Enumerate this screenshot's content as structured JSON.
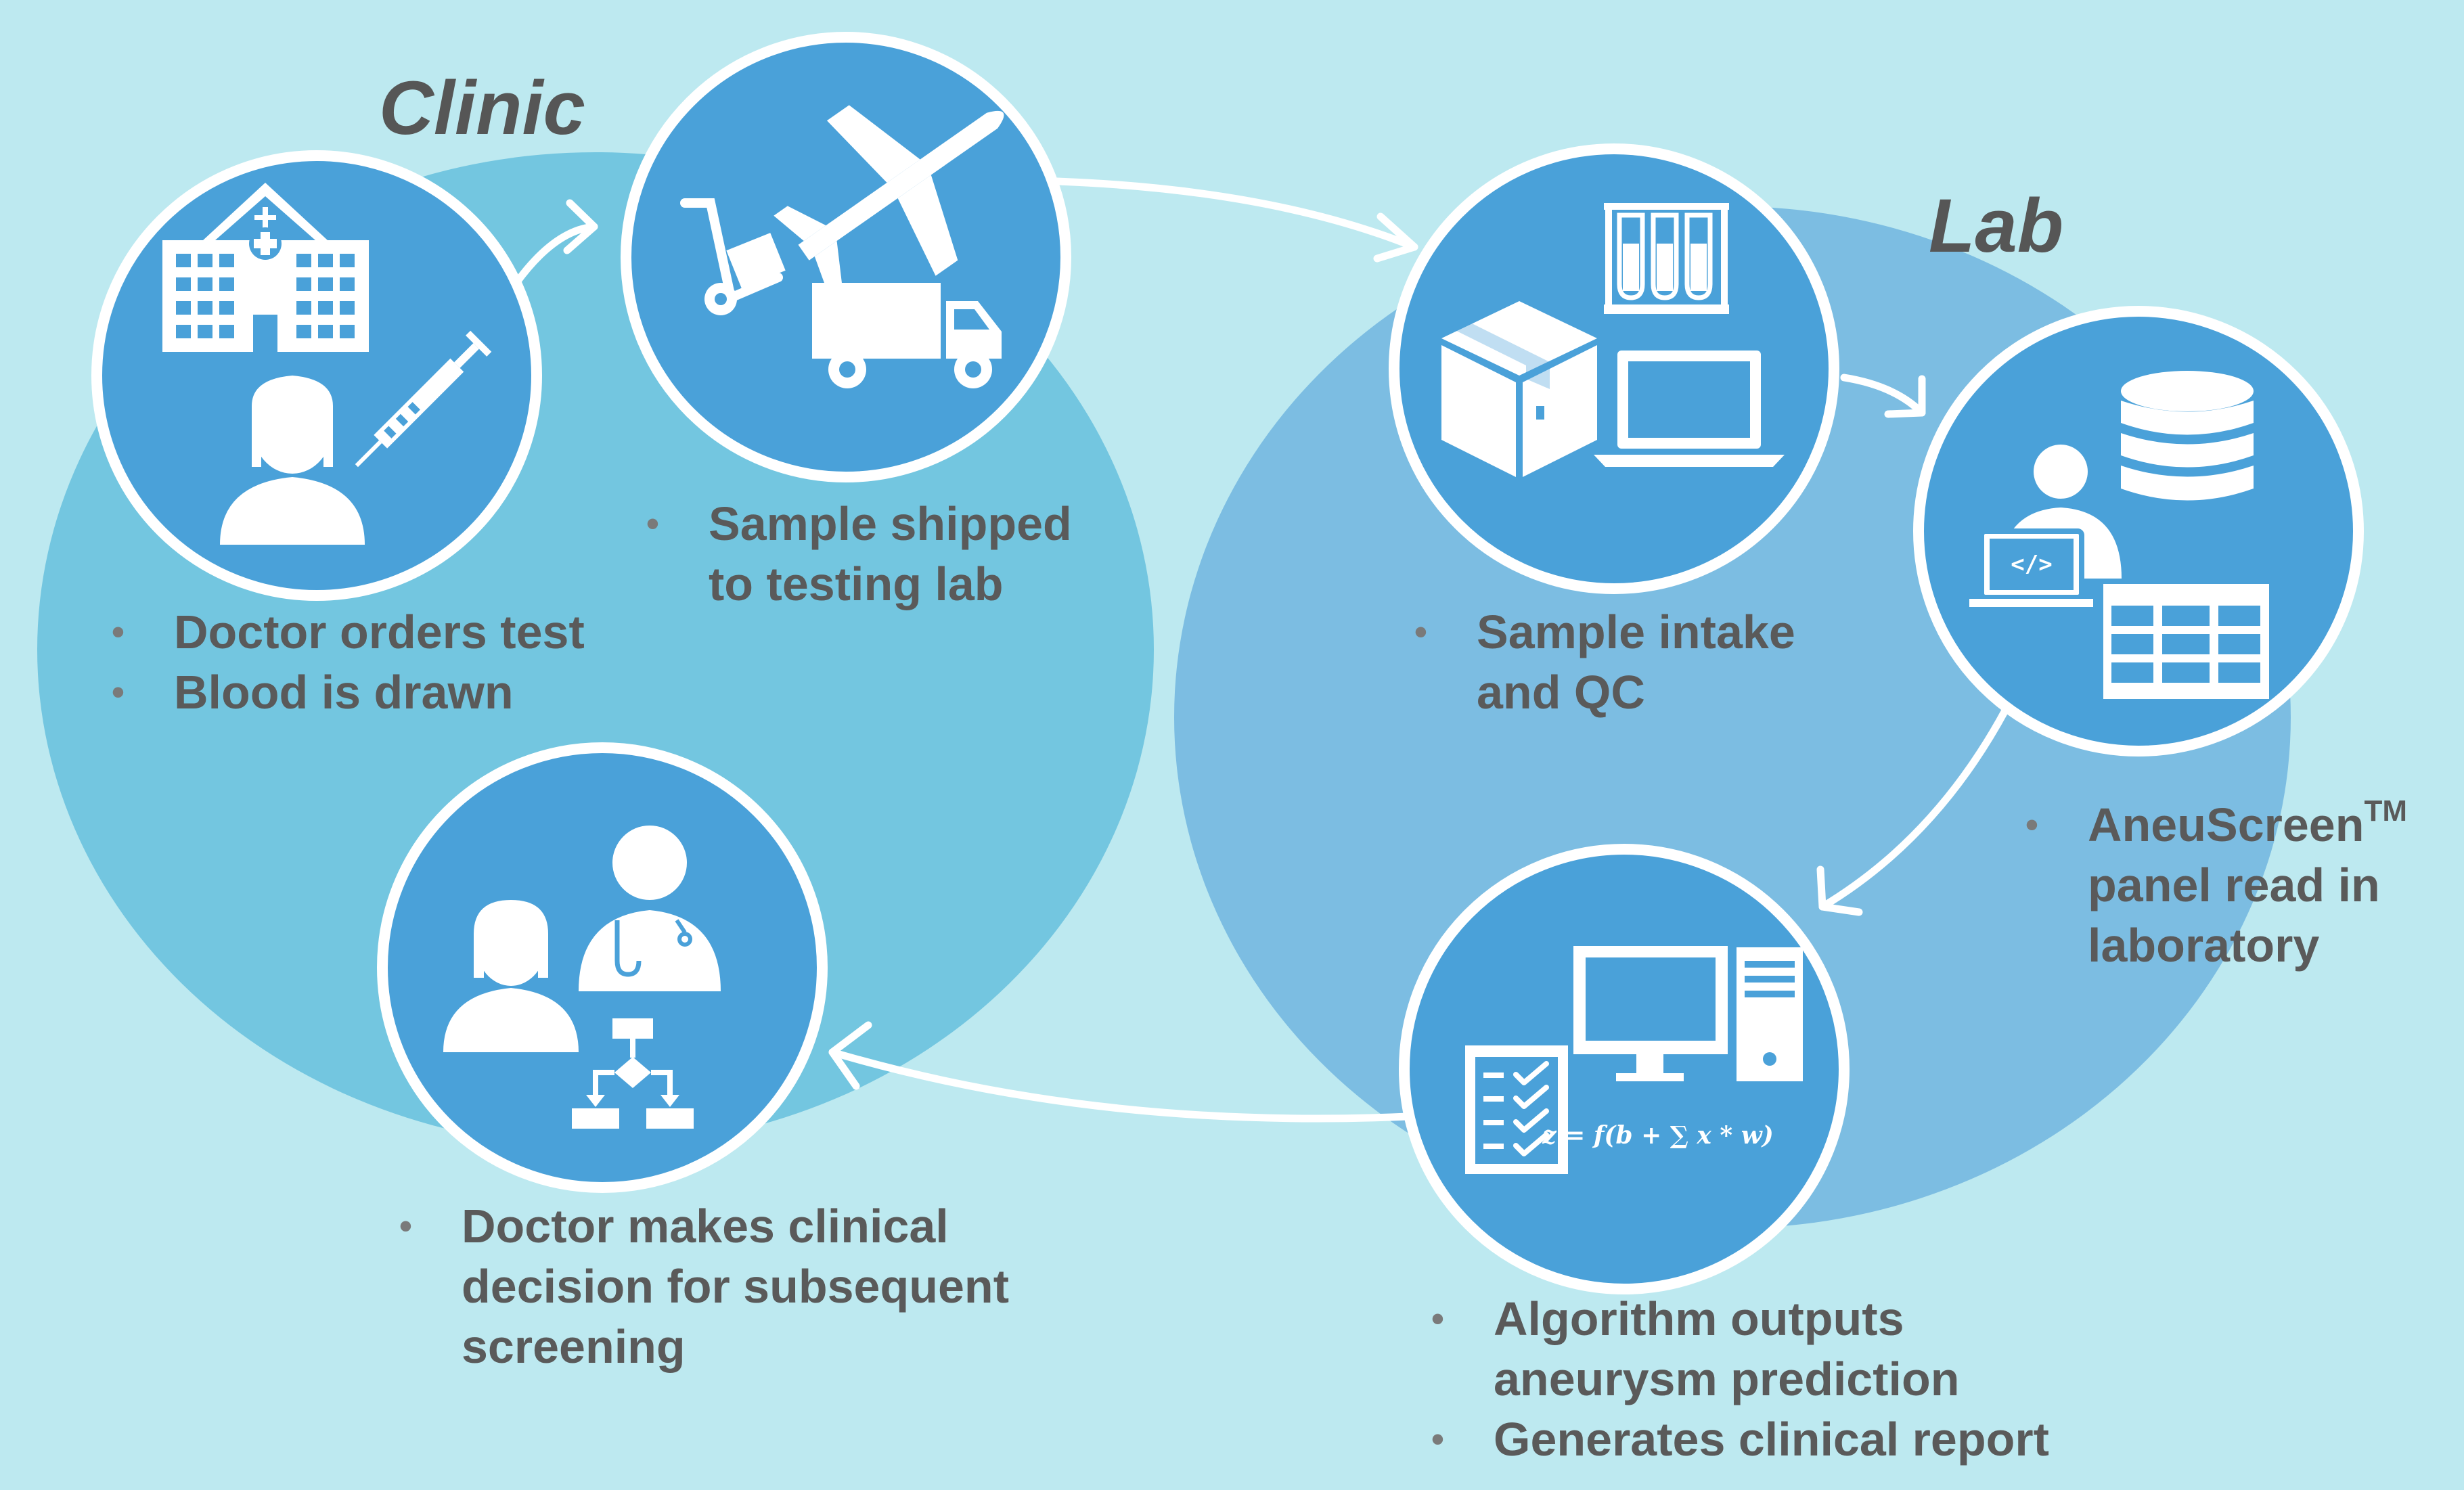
{
  "regions": {
    "clinic": "Clinic",
    "lab": "Lab"
  },
  "steps": {
    "order": [
      "Doctor orders test",
      "Blood is drawn"
    ],
    "ship": [
      "Sample shipped",
      "to testing lab"
    ],
    "intake": [
      "Sample intake",
      "and QC"
    ],
    "panel": {
      "name": "AneuScreen",
      "mark": "TM",
      "lines": [
        "panel read in",
        "laboratory"
      ]
    },
    "algorithm": [
      "Algorithm outputs",
      "aneurysm prediction"
    ],
    "report": "Generates clinical report",
    "decision": [
      "Doctor makes clinical",
      "decision for subsequent",
      "screening"
    ]
  },
  "formula": "z = f(b + ∑ x * w)",
  "icons": {
    "order": [
      "hospital-icon",
      "patient-icon",
      "syringe-icon"
    ],
    "ship": [
      "airplane-icon",
      "hand-truck-icon",
      "truck-icon"
    ],
    "intake": [
      "test-tubes-icon",
      "box-icon",
      "laptop-icon"
    ],
    "panel": [
      "database-icon",
      "coder-icon",
      "table-icon"
    ],
    "algorithm": [
      "checklist-icon",
      "monitor-icon",
      "computer-tower-icon",
      "formula"
    ],
    "decision": [
      "patient-icon",
      "doctor-icon",
      "flowchart-icon"
    ]
  },
  "colors": {
    "background": "#bde9f0",
    "clinic_region": "#73c6e0",
    "lab_region": "#7cbde2",
    "node_fill": "#4aa1d9",
    "node_ring": "#ffffff",
    "text": "#5a5a5a"
  }
}
